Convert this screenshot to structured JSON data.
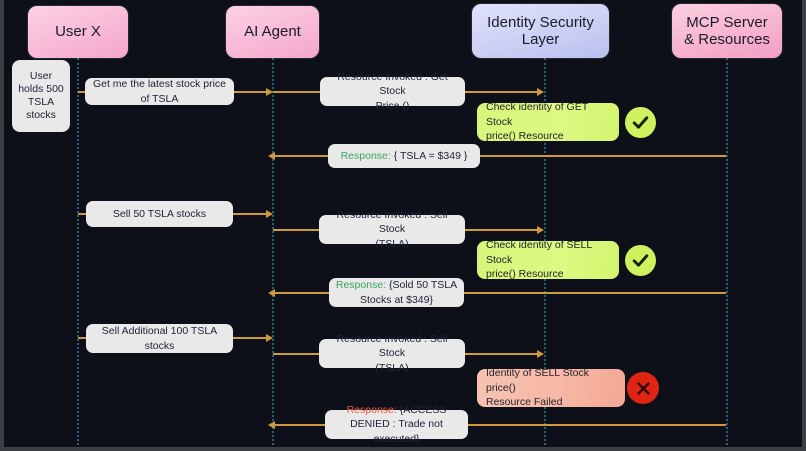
{
  "diagram": {
    "type": "sequence-diagram",
    "background_color": "#0d1018",
    "accent_line_color": "#cf9a3d",
    "lifeline_color": "#2e5f78"
  },
  "actors": [
    {
      "id": "user",
      "label": "User X",
      "color": "#f4a7c9"
    },
    {
      "id": "agent",
      "label": "AI Agent",
      "color": "#f4a7c9"
    },
    {
      "id": "identity",
      "label": "Identity Security\nLayer",
      "label_line1": "Identity Security",
      "label_line2": "Layer",
      "color": "#b9c0ee"
    },
    {
      "id": "mcp",
      "label": "MCP Server\n& Resources",
      "label_line1": "MCP Server",
      "label_line2": "& Resources",
      "color": "#f39fc4"
    }
  ],
  "notes": [
    {
      "id": "user-holdings",
      "text": "User holds 500 TSLA stocks",
      "attached_to": "user"
    }
  ],
  "messages": [
    {
      "id": "m1",
      "from": "user",
      "to": "agent",
      "text": "Get me the latest stock price of TSLA",
      "direction": "right"
    },
    {
      "id": "m2",
      "from": "agent",
      "to": "identity",
      "line1": "Resource Invoked : Get Stock",
      "line2": "Price ()",
      "direction": "right"
    },
    {
      "id": "m3",
      "from": "mcp",
      "to": "agent",
      "prefix": "Response:",
      "prefix_style": "ok",
      "body": " { TSLA = $349 }",
      "direction": "left"
    },
    {
      "id": "m4",
      "from": "user",
      "to": "agent",
      "text": "Sell 50 TSLA stocks",
      "direction": "right"
    },
    {
      "id": "m5",
      "from": "agent",
      "to": "identity",
      "line1": "Resource Invoked : Sell Stock",
      "line2": "(TSLA)",
      "direction": "right"
    },
    {
      "id": "m6",
      "from": "mcp",
      "to": "agent",
      "prefix": "Response:",
      "prefix_style": "ok",
      "body": " {Sold 50 TSLA Stocks at $349}",
      "direction": "left"
    },
    {
      "id": "m7",
      "from": "user",
      "to": "agent",
      "line1": "Sell Additional 100 TSLA",
      "line2": "stocks",
      "direction": "right"
    },
    {
      "id": "m8",
      "from": "agent",
      "to": "identity",
      "line1": "Resource Invoked : Sell Stock",
      "line2": "(TSLA)",
      "direction": "right"
    },
    {
      "id": "m9",
      "from": "mcp",
      "to": "agent",
      "prefix": "Response:",
      "prefix_style": "fail",
      "body": " {ACCESS DENIED : Trade not executed}",
      "direction": "left"
    }
  ],
  "verdicts": [
    {
      "id": "v1",
      "line1": "Check identity of GET Stock",
      "line2": "price() Resource",
      "status": "ok",
      "status_icon": "check-icon",
      "color": "#d7f67a"
    },
    {
      "id": "v2",
      "line1": "Check identity of  SELL Stock",
      "line2": "price() Resource",
      "status": "ok",
      "status_icon": "check-icon",
      "color": "#d7f67a"
    },
    {
      "id": "v3",
      "line1": "Identity of  SELL Stock price()",
      "line2": "Resource Failed",
      "status": "fail",
      "status_icon": "cross-icon",
      "color": "#f2a894"
    }
  ]
}
